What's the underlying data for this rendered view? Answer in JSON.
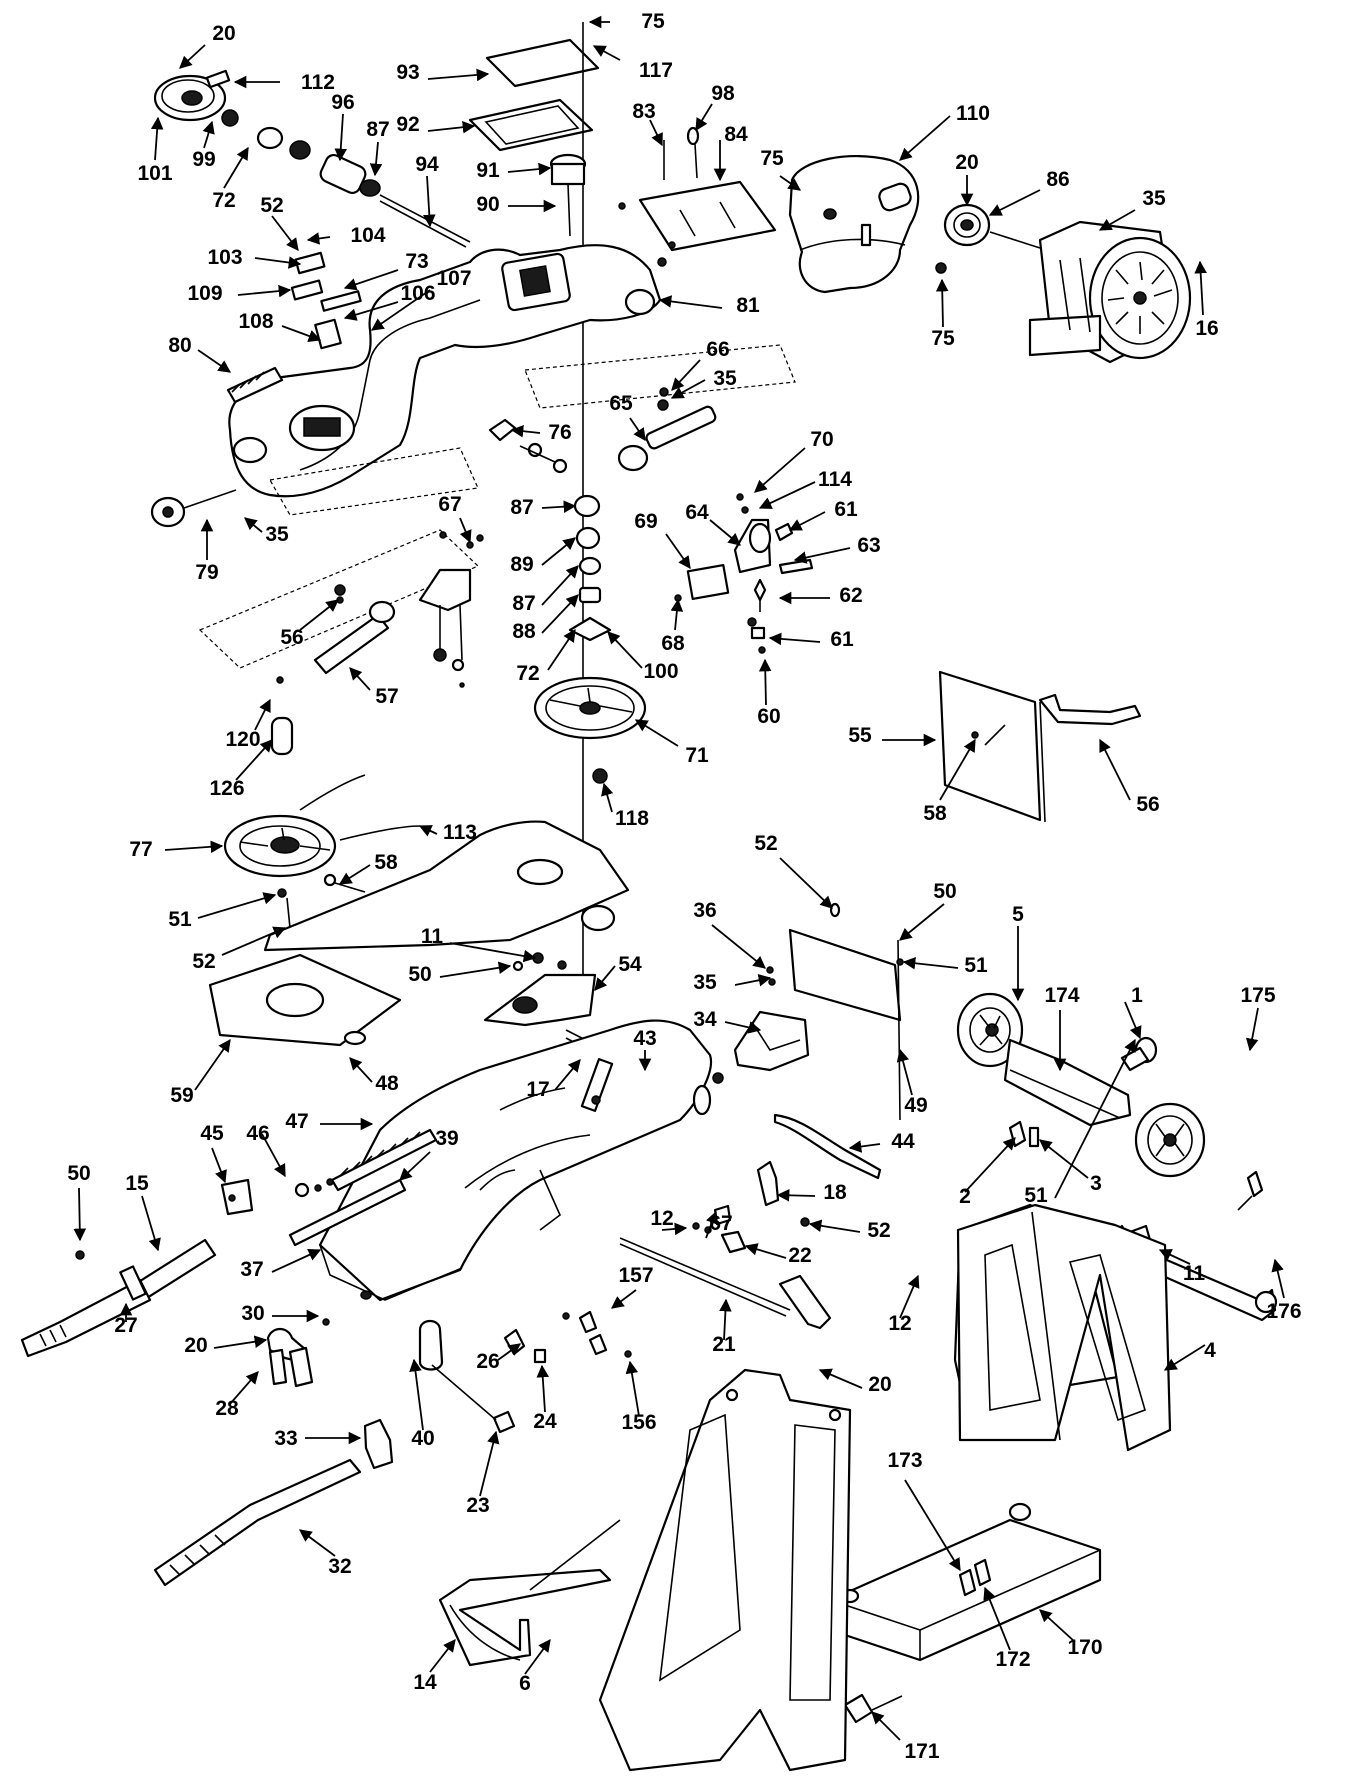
{
  "colors": {
    "ink": "#000000",
    "paper": "#ffffff"
  },
  "callouts": [
    {
      "id": "c01",
      "label": "20"
    },
    {
      "id": "c02",
      "label": "112"
    },
    {
      "id": "c03",
      "label": "101"
    },
    {
      "id": "c04",
      "label": "99"
    },
    {
      "id": "c05",
      "label": "72"
    },
    {
      "id": "c06",
      "label": "96"
    },
    {
      "id": "c07",
      "label": "87"
    },
    {
      "id": "c08",
      "label": "94"
    },
    {
      "id": "c09",
      "label": "52"
    },
    {
      "id": "c10",
      "label": "104"
    },
    {
      "id": "c11",
      "label": "103"
    },
    {
      "id": "c12",
      "label": "73"
    },
    {
      "id": "c13",
      "label": "107"
    },
    {
      "id": "c14",
      "label": "109"
    },
    {
      "id": "c15",
      "label": "106"
    },
    {
      "id": "c16",
      "label": "108"
    },
    {
      "id": "c17",
      "label": "80"
    },
    {
      "id": "c18",
      "label": "75"
    },
    {
      "id": "c19",
      "label": "117"
    },
    {
      "id": "c20",
      "label": "93"
    },
    {
      "id": "c21",
      "label": "92"
    },
    {
      "id": "c22",
      "label": "91"
    },
    {
      "id": "c23",
      "label": "90"
    },
    {
      "id": "c24",
      "label": "83"
    },
    {
      "id": "c25",
      "label": "98"
    },
    {
      "id": "c26",
      "label": "84"
    },
    {
      "id": "c27",
      "label": "110"
    },
    {
      "id": "c28",
      "label": "75"
    },
    {
      "id": "c29",
      "label": "20"
    },
    {
      "id": "c30",
      "label": "86"
    },
    {
      "id": "c31",
      "label": "35"
    },
    {
      "id": "c32",
      "label": "75"
    },
    {
      "id": "c33",
      "label": "16"
    },
    {
      "id": "c34",
      "label": "81"
    },
    {
      "id": "c35",
      "label": "66"
    },
    {
      "id": "c36",
      "label": "35"
    },
    {
      "id": "c37",
      "label": "65"
    },
    {
      "id": "c38",
      "label": "76"
    },
    {
      "id": "c39",
      "label": "79"
    },
    {
      "id": "c40",
      "label": "35"
    },
    {
      "id": "c41",
      "label": "70"
    },
    {
      "id": "c42",
      "label": "114"
    },
    {
      "id": "c43",
      "label": "61"
    },
    {
      "id": "c44",
      "label": "64"
    },
    {
      "id": "c45",
      "label": "69"
    },
    {
      "id": "c46",
      "label": "63"
    },
    {
      "id": "c47",
      "label": "62"
    },
    {
      "id": "c48",
      "label": "68"
    },
    {
      "id": "c49",
      "label": "61"
    },
    {
      "id": "c50",
      "label": "60"
    },
    {
      "id": "c51",
      "label": "67"
    },
    {
      "id": "c52",
      "label": "87"
    },
    {
      "id": "c53",
      "label": "89"
    },
    {
      "id": "c54",
      "label": "87"
    },
    {
      "id": "c55",
      "label": "88"
    },
    {
      "id": "c56",
      "label": "72"
    },
    {
      "id": "c57",
      "label": "100"
    },
    {
      "id": "c58",
      "label": "71"
    },
    {
      "id": "c59",
      "label": "118"
    },
    {
      "id": "c60",
      "label": "56"
    },
    {
      "id": "c61",
      "label": "57"
    },
    {
      "id": "c62",
      "label": "120"
    },
    {
      "id": "c63",
      "label": "126"
    },
    {
      "id": "c64",
      "label": "77"
    },
    {
      "id": "c65",
      "label": "113"
    },
    {
      "id": "c66",
      "label": "58"
    },
    {
      "id": "c67",
      "label": "51"
    },
    {
      "id": "c68",
      "label": "52"
    },
    {
      "id": "c69",
      "label": "55"
    },
    {
      "id": "c70",
      "label": "58"
    },
    {
      "id": "c71",
      "label": "56"
    },
    {
      "id": "c72",
      "label": "52"
    },
    {
      "id": "c73",
      "label": "50"
    },
    {
      "id": "c74",
      "label": "36"
    },
    {
      "id": "c75",
      "label": "35"
    },
    {
      "id": "c76",
      "label": "34"
    },
    {
      "id": "c77",
      "label": "51"
    },
    {
      "id": "c78",
      "label": "49"
    },
    {
      "id": "c79",
      "label": "5"
    },
    {
      "id": "c80",
      "label": "174"
    },
    {
      "id": "c81",
      "label": "1"
    },
    {
      "id": "c82",
      "label": "175"
    },
    {
      "id": "c83",
      "label": "11"
    },
    {
      "id": "c84",
      "label": "50"
    },
    {
      "id": "c85",
      "label": "54"
    },
    {
      "id": "c86",
      "label": "59"
    },
    {
      "id": "c87",
      "label": "48"
    },
    {
      "id": "c88",
      "label": "43"
    },
    {
      "id": "c89",
      "label": "17"
    },
    {
      "id": "c90",
      "label": "44"
    },
    {
      "id": "c91",
      "label": "2"
    },
    {
      "id": "c92",
      "label": "3"
    },
    {
      "id": "c93",
      "label": "51"
    },
    {
      "id": "c94",
      "label": "11"
    },
    {
      "id": "c95",
      "label": "176"
    },
    {
      "id": "c96",
      "label": "47"
    },
    {
      "id": "c97",
      "label": "46"
    },
    {
      "id": "c98",
      "label": "45"
    },
    {
      "id": "c99",
      "label": "39"
    },
    {
      "id": "c100",
      "label": "50"
    },
    {
      "id": "c101",
      "label": "15"
    },
    {
      "id": "c102",
      "label": "18"
    },
    {
      "id": "c103",
      "label": "12"
    },
    {
      "id": "c104",
      "label": "67"
    },
    {
      "id": "c105",
      "label": "52"
    },
    {
      "id": "c106",
      "label": "22"
    },
    {
      "id": "c107",
      "label": "12"
    },
    {
      "id": "c108",
      "label": "27"
    },
    {
      "id": "c109",
      "label": "37"
    },
    {
      "id": "c110",
      "label": "30"
    },
    {
      "id": "c111",
      "label": "20"
    },
    {
      "id": "c112",
      "label": "28"
    },
    {
      "id": "c113",
      "label": "157"
    },
    {
      "id": "c114",
      "label": "26"
    },
    {
      "id": "c115",
      "label": "24"
    },
    {
      "id": "c116",
      "label": "21"
    },
    {
      "id": "c117",
      "label": "20"
    },
    {
      "id": "c118",
      "label": "156"
    },
    {
      "id": "c119",
      "label": "4"
    },
    {
      "id": "c120",
      "label": "33"
    },
    {
      "id": "c121",
      "label": "40"
    },
    {
      "id": "c122",
      "label": "23"
    },
    {
      "id": "c123",
      "label": "173"
    },
    {
      "id": "c124",
      "label": "32"
    },
    {
      "id": "c125",
      "label": "14"
    },
    {
      "id": "c126",
      "label": "6"
    },
    {
      "id": "c127",
      "label": "172"
    },
    {
      "id": "c128",
      "label": "170"
    },
    {
      "id": "c129",
      "label": "171"
    }
  ]
}
